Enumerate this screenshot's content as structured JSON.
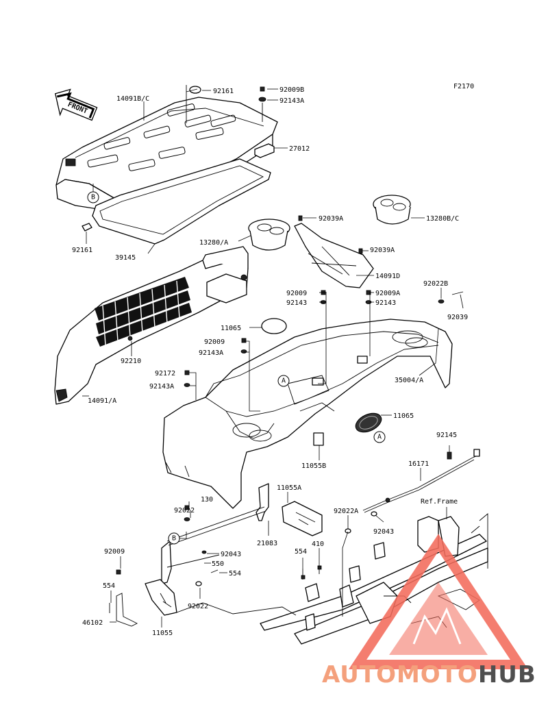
{
  "diagram": {
    "figure_code": "F2170",
    "front_label": "FRONT",
    "ref_frame": "Ref.Frame",
    "callouts": [
      "A",
      "A",
      "B",
      "B"
    ],
    "part_labels": {
      "p14091bc": "14091B/C",
      "p92161a": "92161",
      "p92009b": "92009B",
      "p92143a_top": "92143A",
      "p27012": "27012",
      "p13280bc": "13280B/C",
      "p92161b": "92161",
      "p39145": "39145",
      "p92039a1": "92039A",
      "p13280a": "13280/A",
      "p92039a2": "92039A",
      "p14091d": "14091D",
      "p92022b": "92022B",
      "p92009_1": "92009",
      "p92009a": "92009A",
      "p92143_1": "92143",
      "p92143_2": "92143",
      "p92039": "92039",
      "p11065a": "11065",
      "p92009_2": "92009",
      "p92143a_2": "92143A",
      "p92210": "92210",
      "p92172": "92172",
      "p92143a_3": "92143A",
      "p35004a": "35004/A",
      "p14091a": "14091/A",
      "p11065b": "11065",
      "p92145": "92145",
      "p11055b": "11055B",
      "p16171": "16171",
      "p130": "130",
      "p11055a": "11055A",
      "p92022_1": "92022",
      "p92022a": "92022A",
      "p92043_1": "92043",
      "p21083": "21083",
      "p410": "410",
      "p92009_3": "92009",
      "p92043_2": "92043",
      "p554_1": "554",
      "p550": "550",
      "p554_2": "554",
      "p554_3": "554",
      "p92022_2": "92022",
      "p46102": "46102",
      "p11055": "11055"
    }
  },
  "watermark": {
    "part1": "AUTOMOTO",
    "part2": "HUB",
    "color_primary": "#f4a07c",
    "color_secondary": "#4f4f4f",
    "triangle_color": "#f26b5b"
  }
}
